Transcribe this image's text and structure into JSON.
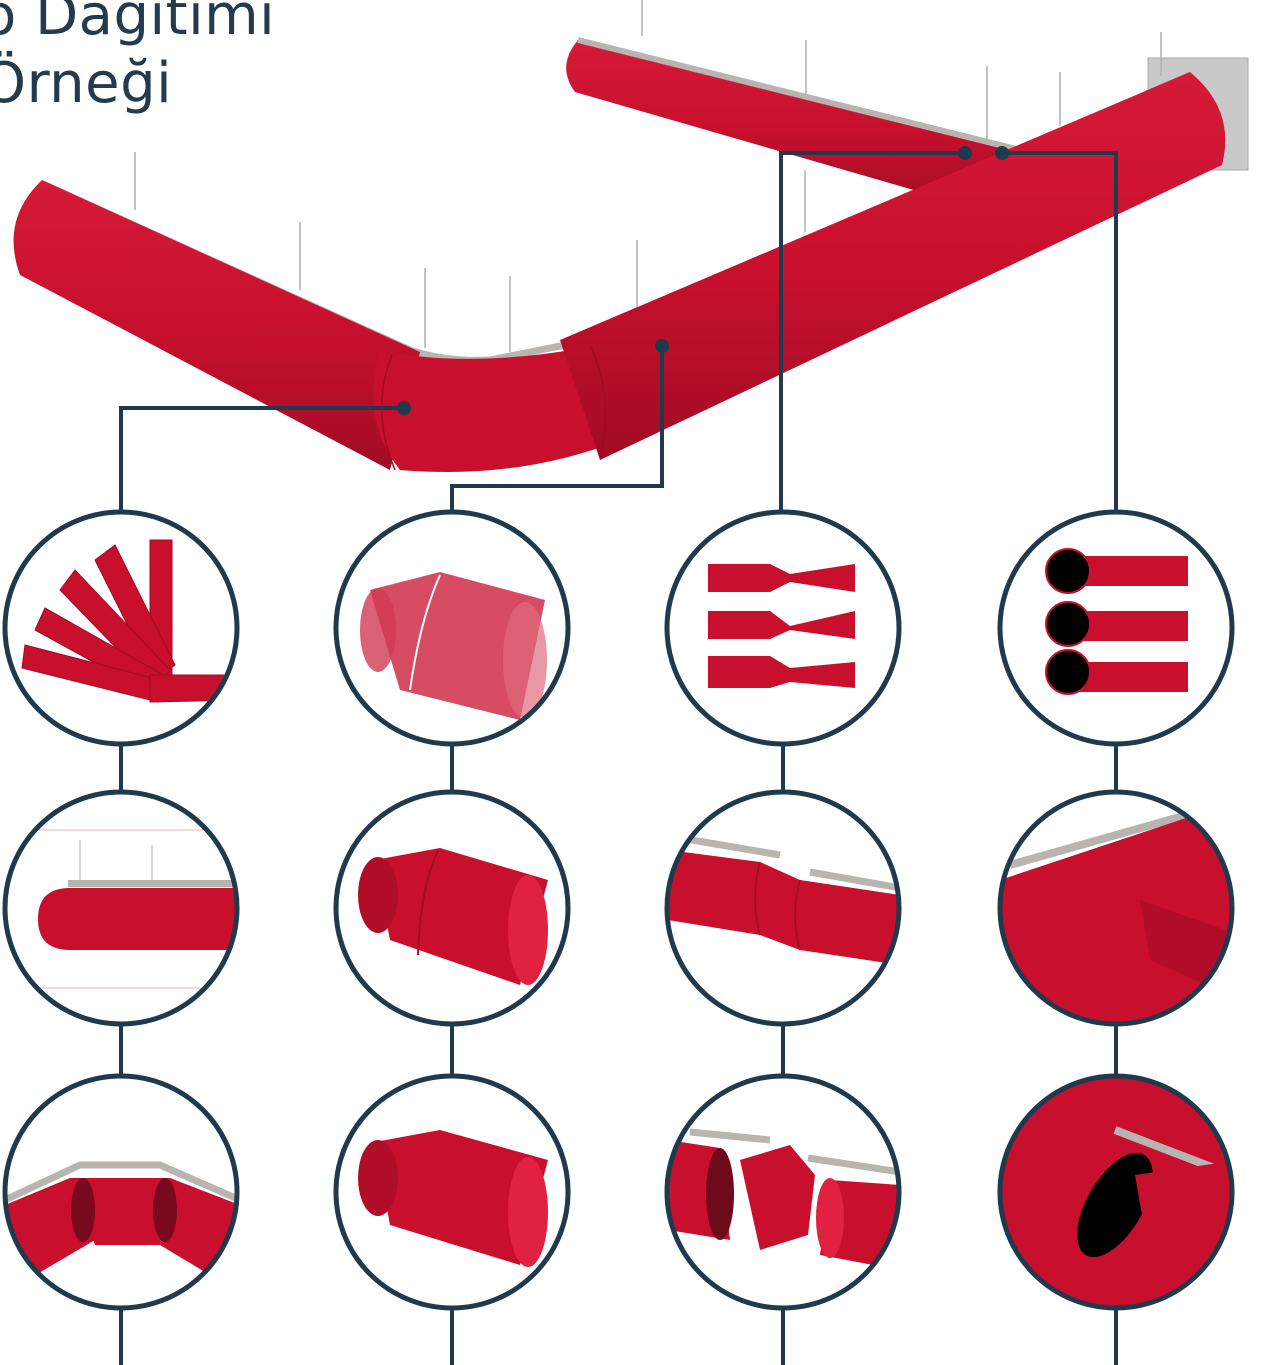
{
  "title": {
    "line1": "ö Dağıtımı",
    "line2": "Örneği"
  },
  "colors": {
    "duct": "#c8102e",
    "duct_dark": "#a00d25",
    "line": "#1f3a4d",
    "rail": "#b8b5b0",
    "wall": "#c9c9c9"
  },
  "detail_columns": [
    {
      "name": "elbow-details",
      "items": [
        "elbow-fan",
        "elbow-end-cap",
        "elbow-segments"
      ]
    },
    {
      "name": "straight-details",
      "items": [
        "transparent-cylinder",
        "straight-cylinder",
        "plain-cylinder"
      ]
    },
    {
      "name": "reducer-details",
      "items": [
        "reducer-stack",
        "reducer-on-rail",
        "reducer-exploded"
      ]
    },
    {
      "name": "end-cap-details",
      "items": [
        "end-cap-stack",
        "tee-junction",
        "tee-opening"
      ]
    }
  ]
}
